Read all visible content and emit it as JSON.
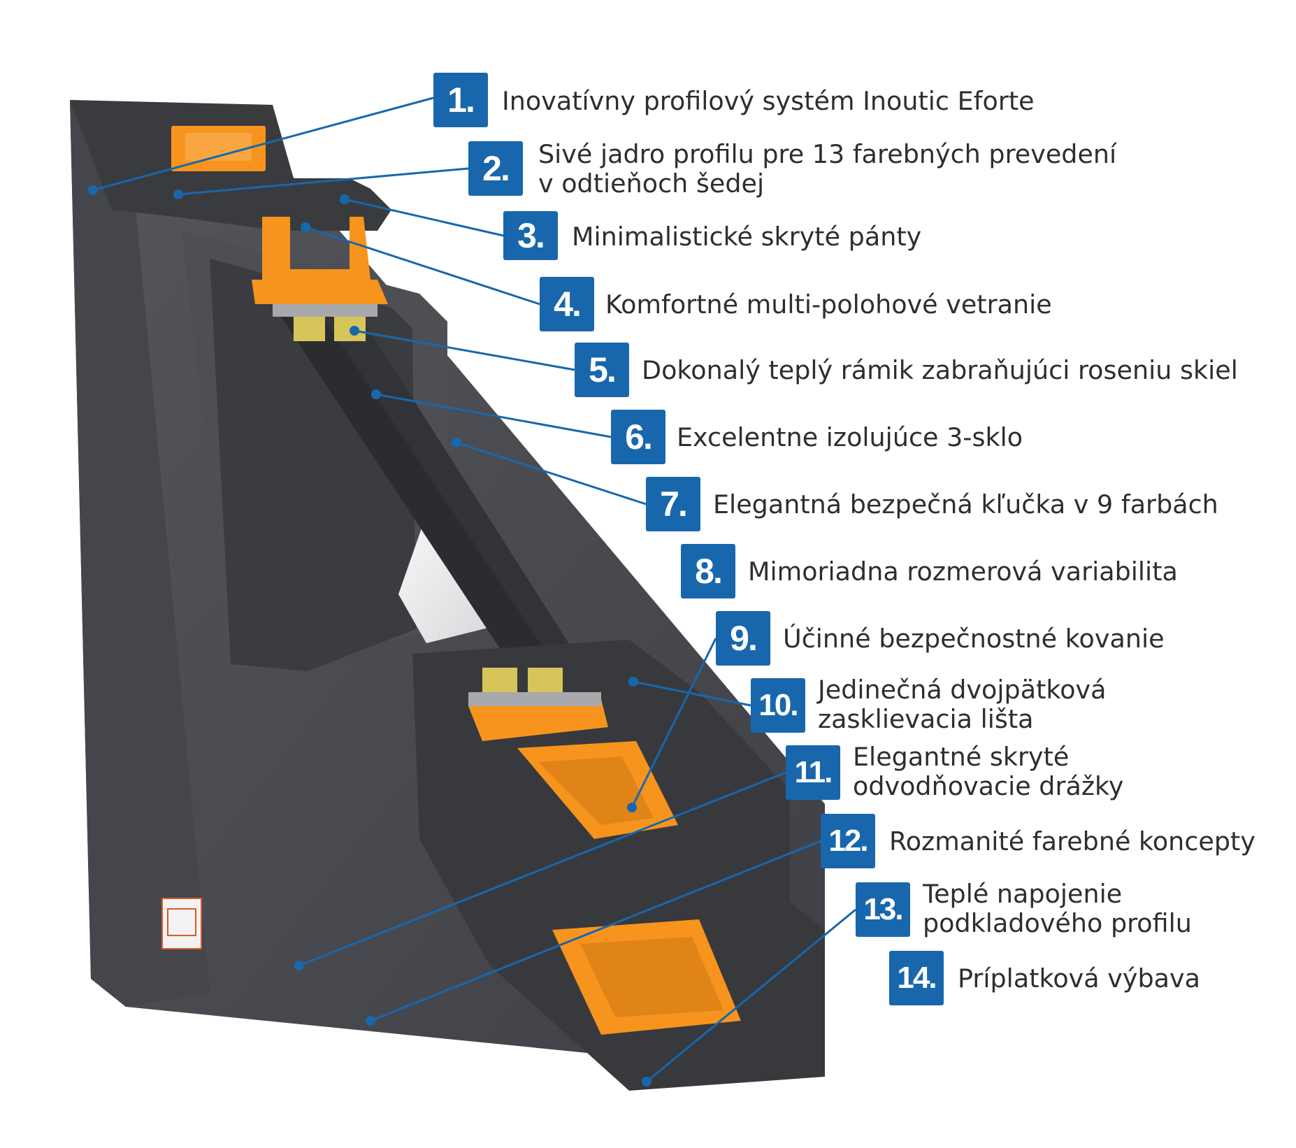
{
  "title": "Inoutic Eforte window profile features",
  "colors": {
    "badge": "#1867ac",
    "leader": "#1867ac",
    "text": "#2e2e2e",
    "profile": "#4b4c51",
    "reinforcement": "#f7941d"
  },
  "features": [
    {
      "number": "1.",
      "lines": [
        "Inovatívny profilový systém Inoutic Eforte"
      ]
    },
    {
      "number": "2.",
      "lines": [
        "Sivé jadro profilu pre 13 farebných prevedení",
        "v odtieňoch šedej"
      ]
    },
    {
      "number": "3.",
      "lines": [
        "Minimalistické skryté pánty"
      ]
    },
    {
      "number": "4.",
      "lines": [
        "Komfortné multi-polohové vetranie"
      ]
    },
    {
      "number": "5.",
      "lines": [
        "Dokonalý teplý rámik zabraňujúci roseniu skiel"
      ]
    },
    {
      "number": "6.",
      "lines": [
        "Excelentne izolujúce 3-sklo"
      ]
    },
    {
      "number": "7.",
      "lines": [
        "Elegantná bezpečná kľučka v 9 farbách"
      ]
    },
    {
      "number": "8.",
      "lines": [
        "Mimoriadna rozmerová variabilita"
      ]
    },
    {
      "number": "9.",
      "lines": [
        "Účinné bezpečnostné kovanie"
      ]
    },
    {
      "number": "10.",
      "lines": [
        "Jedinečná dvojpätková",
        "zasklievacia lišta"
      ]
    },
    {
      "number": "11.",
      "lines": [
        "Elegantné skryté",
        "odvodňovacie drážky"
      ]
    },
    {
      "number": "12.",
      "lines": [
        "Rozmanité farebné koncepty"
      ]
    },
    {
      "number": "13.",
      "lines": [
        "Teplé napojenie",
        "podkladového profilu"
      ]
    },
    {
      "number": "14.",
      "lines": [
        "Príplatková výbava"
      ]
    }
  ]
}
